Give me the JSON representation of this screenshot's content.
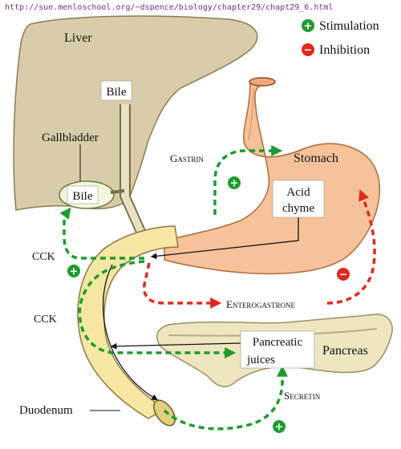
{
  "source_url": "http://sun.menloschool.org/~dspence/biology/chapter29/chapt29_6.html",
  "legend": {
    "stimulation_symbol": "+",
    "stimulation_label": "Stimulation",
    "inhibition_symbol": "−",
    "inhibition_label": "Inhibition"
  },
  "organs": {
    "liver": "Liver",
    "gallbladder": "Gallbladder",
    "stomach": "Stomach",
    "pancreas": "Pancreas",
    "duodenum": "Duodenum"
  },
  "boxes": {
    "bile_top": "Bile",
    "bile_gallbladder": "Bile",
    "acid_line1": "Acid",
    "acid_line2": "chyme",
    "juices_line1": "Pancreatic",
    "juices_line2": "juices"
  },
  "hormones": {
    "gastrin": "Gastrin",
    "cck_upper": "CCK",
    "cck_lower": "CCK",
    "enterogastrone": "Enterogastrone",
    "secretin": "Secretin"
  },
  "signs": {
    "plus": "+",
    "minus": "−"
  },
  "colors": {
    "stimulation": "#1e9a2e",
    "inhibition": "#e0281e",
    "liver": "#d8cda8",
    "stomach": "#f6c29a",
    "pancreas": "#ede6bf",
    "duodenum": "#f6e7a4",
    "url": "#7a2a8a"
  }
}
